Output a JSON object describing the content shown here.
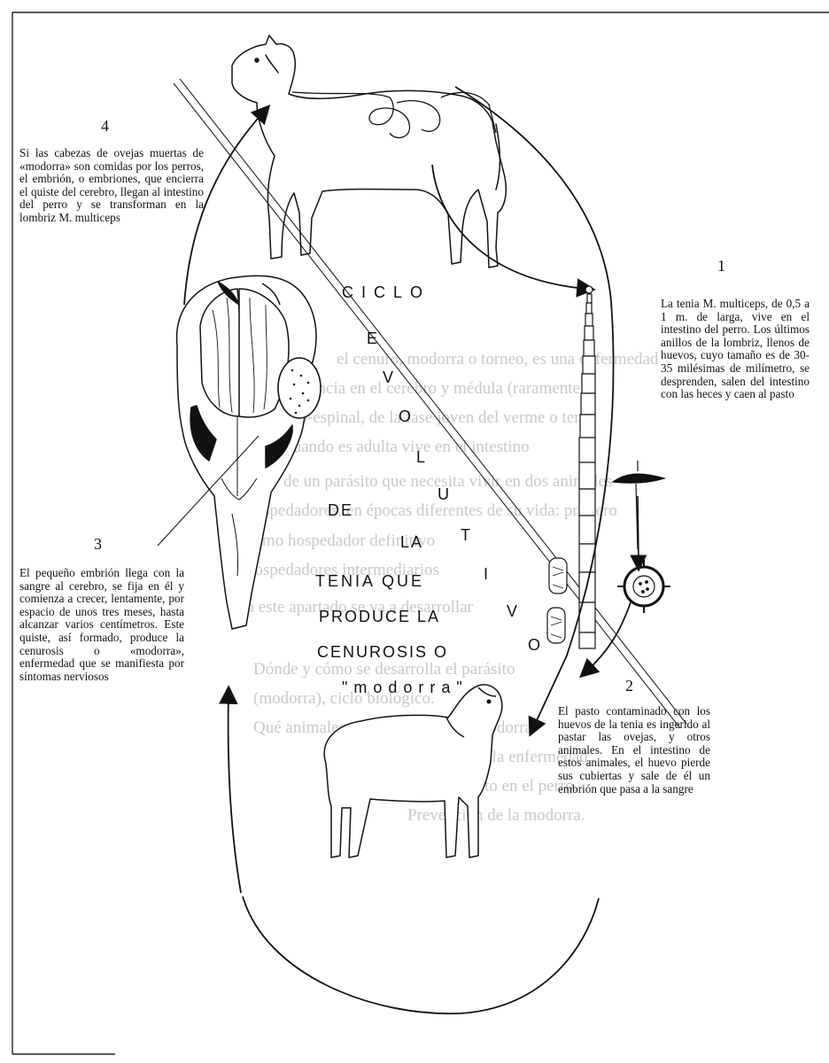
{
  "steps": {
    "s1": {
      "number": "1",
      "text": "La tenia M. multiceps, de 0,5 a 1 m. de larga, vive en el intestino del perro. Los últimos anillos de la lombriz, llenos de huevos, cuyo tamaño es de 30-35 milésimas de milímetro, se desprenden, salen del intestino con las heces y caen al pasto"
    },
    "s2": {
      "number": "2",
      "text": "El pasto contaminado con los huevos de la tenia es ingerido al pastar las ovejas, y otros animales. En el intestino de estos animales, el huevo pierde sus cubiertas y sale de él un embrión que pasa a la sangre"
    },
    "s3": {
      "number": "3",
      "text": "El pequeño embrión llega con la sangre al cerebro, se fija en él y comienza a crecer, lentamente, por espacio de unos tres meses, hasta alcanzar varios centímetros. Este quiste, así formado, produce la cenurosis o «modorra», enfermedad que se manifiesta por síntomas nerviosos"
    },
    "s4": {
      "number": "4",
      "text": "Si las cabezas de ovejas muertas de «modorra» son comidas por los perros, el embrión, o embriones, que encierra el quiste del cerebro, llegan al intestino del perro y se transforman en la lombriz M. multiceps"
    }
  },
  "title": {
    "ciclo": "CICLO",
    "evolutivo": [
      "E",
      "V",
      "O",
      "L",
      "U",
      "T",
      "I",
      "V",
      "O"
    ],
    "de": "DE",
    "la": "LA",
    "line3": "TENIA QUE",
    "line4": "PRODUCE LA",
    "line5": "CENUROSIS O",
    "line6": "\" m o d o r r a \""
  },
  "bleed_through": [
    "el cenuro, modorra o torneo, es una enfermedad",
    "la presencia en el cerebro y médula (raramente)",
    "cerebro-espinal, de la fase joven del verme o tenia",
    "que cuando es adulta vive en el intestino",
    "de un parásito que necesita vivir en dos animales",
    "hospedadores, en épocas diferentes de su vida: primero",
    "como hospedador definitivo",
    "hospedadores intermediarios",
    "En este apartado se va a desarrollar",
    "Dónde y cómo se desarrolla el parásito",
    "(modorra), ciclo biológico.",
    "Qué animales pueden padecer la modorra",
    "Cómo se manifiesta la enfermedad.",
    "El parásito en el perro.",
    "Prevención de la modorra."
  ]
}
